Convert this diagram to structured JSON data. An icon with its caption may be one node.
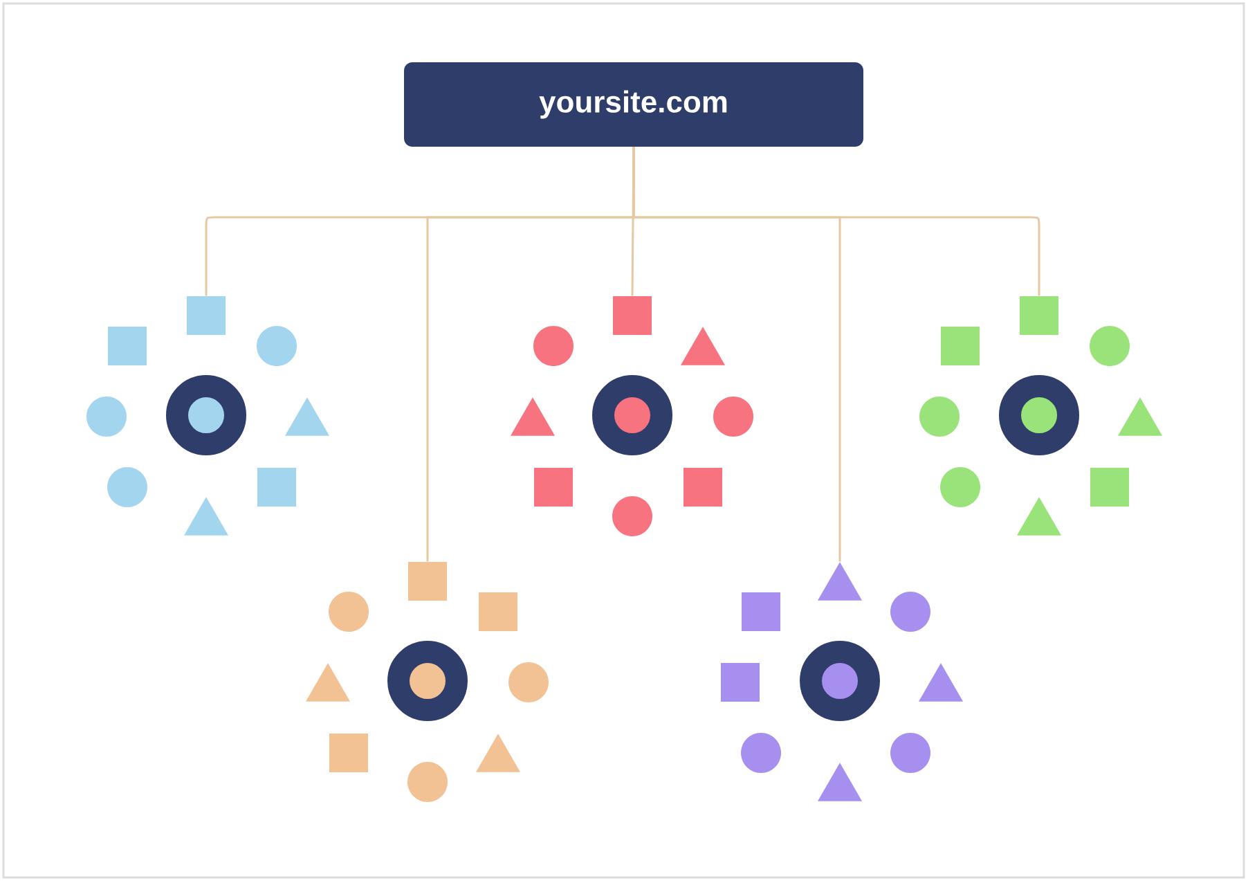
{
  "diagram": {
    "nodes": [
      {
        "text": [
          "yoursite.com"
        ]
      },
      {
        "text": [],
        "shape": "box"
      },
      {
        "text": [],
        "shape": "box"
      },
      {
        "text": [],
        "shape": "circle"
      },
      {
        "text": [],
        "shape": "circle"
      },
      {
        "text": [],
        "shape": "ring"
      },
      {
        "text": [],
        "shape": "triangle"
      },
      {
        "text": [],
        "shape": "circle"
      },
      {
        "text": [],
        "shape": "box"
      },
      {
        "text": [],
        "shape": "triangle"
      },
      {
        "text": [],
        "shape": "box"
      },
      {
        "text": [],
        "shape": "circle"
      },
      {
        "text": [],
        "shape": "triangle"
      },
      {
        "text": [],
        "shape": "triangle"
      },
      {
        "text": [],
        "shape": "ring"
      },
      {
        "text": [],
        "shape": "circle"
      },
      {
        "text": [],
        "shape": "box"
      },
      {
        "text": [],
        "shape": "box"
      },
      {
        "text": [],
        "shape": "circle"
      },
      {
        "text": [],
        "shape": "box"
      },
      {
        "text": [],
        "shape": "box"
      },
      {
        "text": [],
        "shape": "circle"
      },
      {
        "text": [],
        "shape": "circle"
      },
      {
        "text": [],
        "shape": "ring"
      },
      {
        "text": [],
        "shape": "triangle"
      },
      {
        "text": [],
        "shape": "circle"
      },
      {
        "text": [],
        "shape": "box"
      },
      {
        "text": [],
        "shape": "triangle"
      },
      {
        "text": [],
        "shape": "box"
      },
      {
        "text": [],
        "shape": "circle"
      },
      {
        "text": [],
        "shape": "box"
      },
      {
        "text": [],
        "shape": "triangle"
      },
      {
        "text": [],
        "shape": "ring"
      },
      {
        "text": [],
        "shape": "circle"
      },
      {
        "text": [],
        "shape": "box"
      },
      {
        "text": [],
        "shape": "triangle"
      },
      {
        "text": [],
        "shape": "circle"
      },
      {
        "text": [],
        "shape": "triangle"
      },
      {
        "text": [],
        "shape": "box"
      },
      {
        "text": [],
        "shape": "circle"
      },
      {
        "text": [],
        "shape": "box"
      },
      {
        "text": [],
        "shape": "ring"
      },
      {
        "text": [],
        "shape": "triangle"
      },
      {
        "text": [],
        "shape": "circle"
      },
      {
        "text": [],
        "shape": "circle"
      },
      {
        "text": [],
        "shape": "triangle"
      }
    ],
    "edges": [
      {
        "from": 0,
        "to": 1,
        "arrow": "none"
      },
      {
        "from": 0,
        "to": 10,
        "arrow": "none"
      },
      {
        "from": 0,
        "to": 19,
        "arrow": "none"
      },
      {
        "from": 0,
        "to": 28,
        "arrow": "none"
      },
      {
        "from": 0,
        "to": 37,
        "arrow": "none"
      }
    ]
  }
}
